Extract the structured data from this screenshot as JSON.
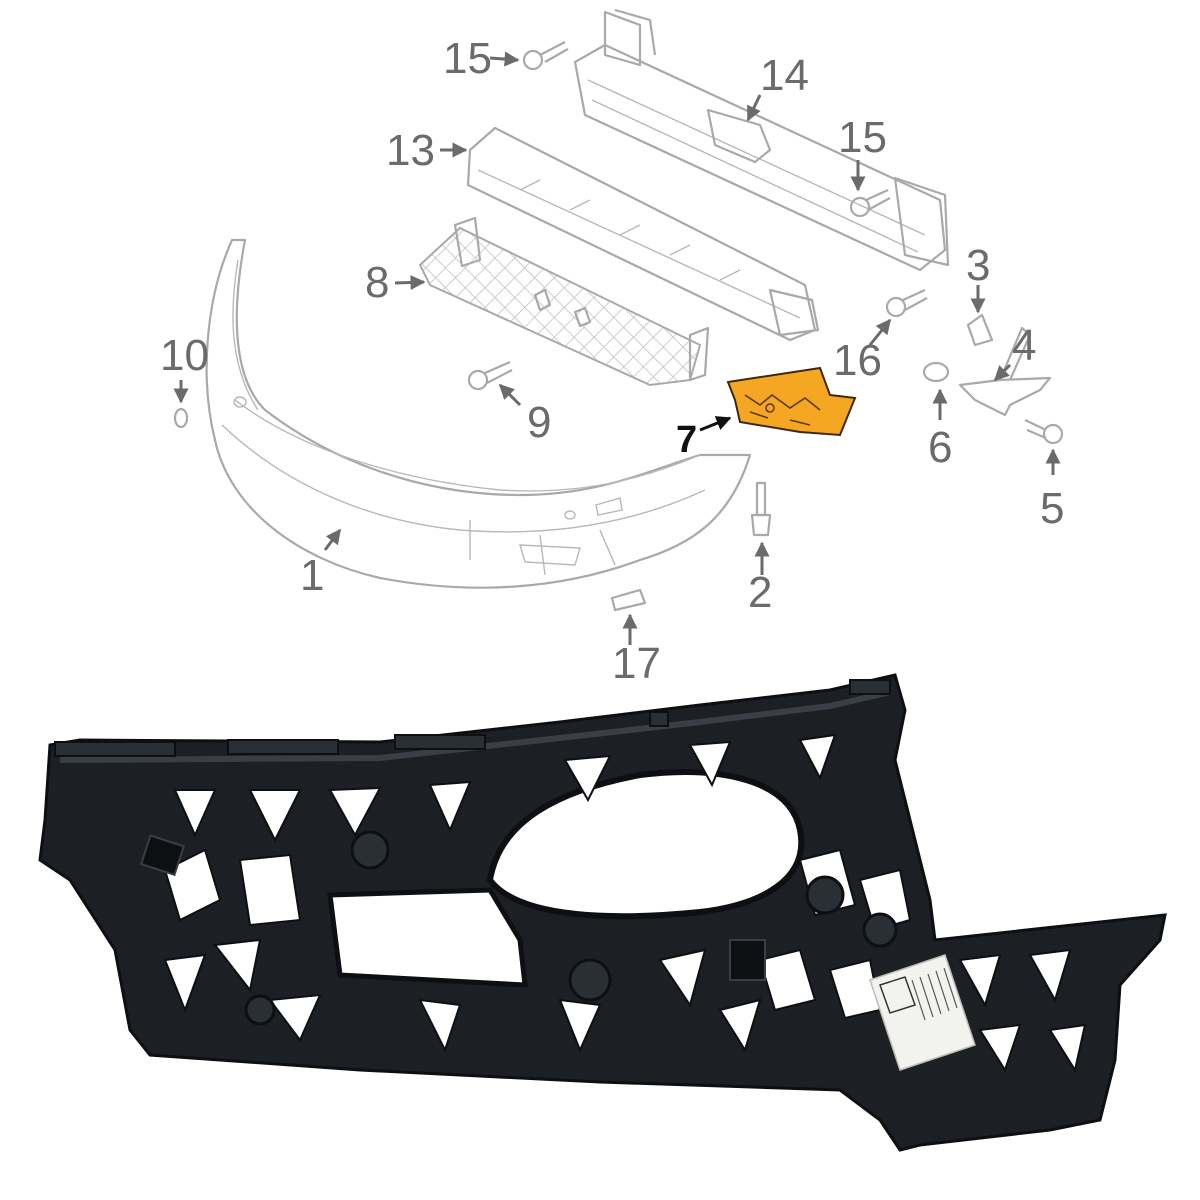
{
  "diagram": {
    "highlighted_part": "7",
    "highlight_color": "#f5a623",
    "labels": [
      {
        "id": "1",
        "text": "1"
      },
      {
        "id": "2",
        "text": "2"
      },
      {
        "id": "3",
        "text": "3"
      },
      {
        "id": "4",
        "text": "4"
      },
      {
        "id": "5",
        "text": "5"
      },
      {
        "id": "6",
        "text": "6"
      },
      {
        "id": "7",
        "text": "7"
      },
      {
        "id": "8",
        "text": "8"
      },
      {
        "id": "9",
        "text": "9"
      },
      {
        "id": "10",
        "text": "10"
      },
      {
        "id": "13",
        "text": "13"
      },
      {
        "id": "14",
        "text": "14"
      },
      {
        "id": "15a",
        "text": "15"
      },
      {
        "id": "15b",
        "text": "15"
      },
      {
        "id": "16",
        "text": "16"
      },
      {
        "id": "17",
        "text": "17"
      }
    ]
  },
  "photo": {
    "part_color": "#1c1f24",
    "sticker_color": "#f2f2ee"
  }
}
